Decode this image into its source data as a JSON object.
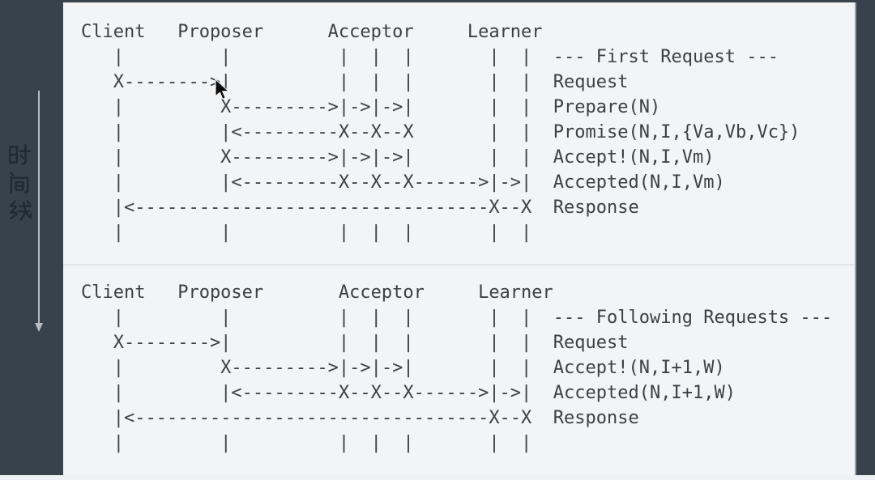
{
  "window": {
    "frame_color": "#37424d",
    "panel_color": "#f3f4f6",
    "text_color": "#3d4043",
    "divider_color": "#e5e6e9"
  },
  "sidebar": {
    "timeline_label": "时间线",
    "timeline_chars": [
      "时",
      "间",
      "线"
    ],
    "arrow_icon": "down-arrow",
    "arrow_color": "#b7bcc2",
    "label_color": "#222932"
  },
  "cursor": {
    "icon": "arrow-pointer",
    "color": "#0a0a0a"
  },
  "diagrams": [
    {
      "id": "first-request",
      "section_title": "--- First Request ---",
      "actors": [
        "Client",
        "Proposer",
        "Acceptor",
        "Learner"
      ],
      "messages": [
        "Request",
        "Prepare(N)",
        "Promise(N,I,{Va,Vb,Vc})",
        "Accept!(N,I,Vm)",
        "Accepted(N,I,Vm)",
        "Response"
      ],
      "ascii": [
        "Client   Proposer      Acceptor     Learner",
        "   |         |          |  |  |       |  |  --- First Request ---",
        "   X-------->|          |  |  |       |  |  Request",
        "   |         X--------->|->|->|       |  |  Prepare(N)",
        "   |         |<---------X--X--X       |  |  Promise(N,I,{Va,Vb,Vc})",
        "   |         X--------->|->|->|       |  |  Accept!(N,I,Vm)",
        "   |         |<---------X--X--X------>|->|  Accepted(N,I,Vm)",
        "   |<---------------------------------X--X  Response",
        "   |         |          |  |  |       |  |"
      ]
    },
    {
      "id": "following-requests",
      "section_title": "--- Following Requests ---",
      "actors": [
        "Client",
        "Proposer",
        "Acceptor",
        "Learner"
      ],
      "messages": [
        "Request",
        "Accept!(N,I+1,W)",
        "Accepted(N,I+1,W)",
        "Response"
      ],
      "ascii": [
        "Client   Proposer       Acceptor     Learner",
        "   |         |          |  |  |       |  |  --- Following Requests ---",
        "   X-------->|          |  |  |       |  |  Request",
        "   |         X--------->|->|->|       |  |  Accept!(N,I+1,W)",
        "   |         |<---------X--X--X------>|->|  Accepted(N,I+1,W)",
        "   |<---------------------------------X--X  Response",
        "   |         |          |  |  |       |  |"
      ]
    }
  ]
}
